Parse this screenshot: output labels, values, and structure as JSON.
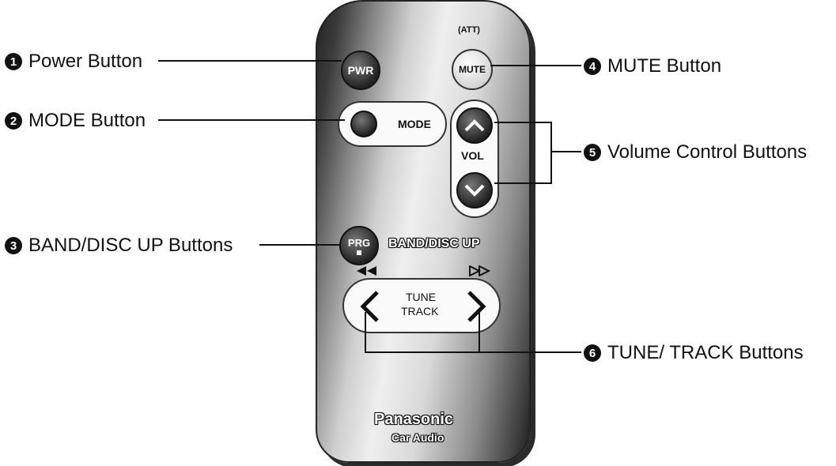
{
  "callouts": [
    {
      "number": "1",
      "label": "Power Button"
    },
    {
      "number": "2",
      "label": "MODE Button"
    },
    {
      "number": "3",
      "label": "BAND/DISC UP Buttons"
    },
    {
      "number": "4",
      "label": "MUTE Button"
    },
    {
      "number": "5",
      "label": "Volume Control Buttons"
    },
    {
      "number": "6",
      "label": "TUNE/ TRACK Buttons"
    }
  ],
  "remote": {
    "pwr": "PWR",
    "att": "(ATT)",
    "mute": "MUTE",
    "mode": "MODE",
    "vol": "VOL",
    "prg": "PRG",
    "band_disc_up": "BAND/DISC UP",
    "tune": "TUNE",
    "track": "TRACK",
    "brand": "Panasonic",
    "subbrand": "Car Audio"
  }
}
